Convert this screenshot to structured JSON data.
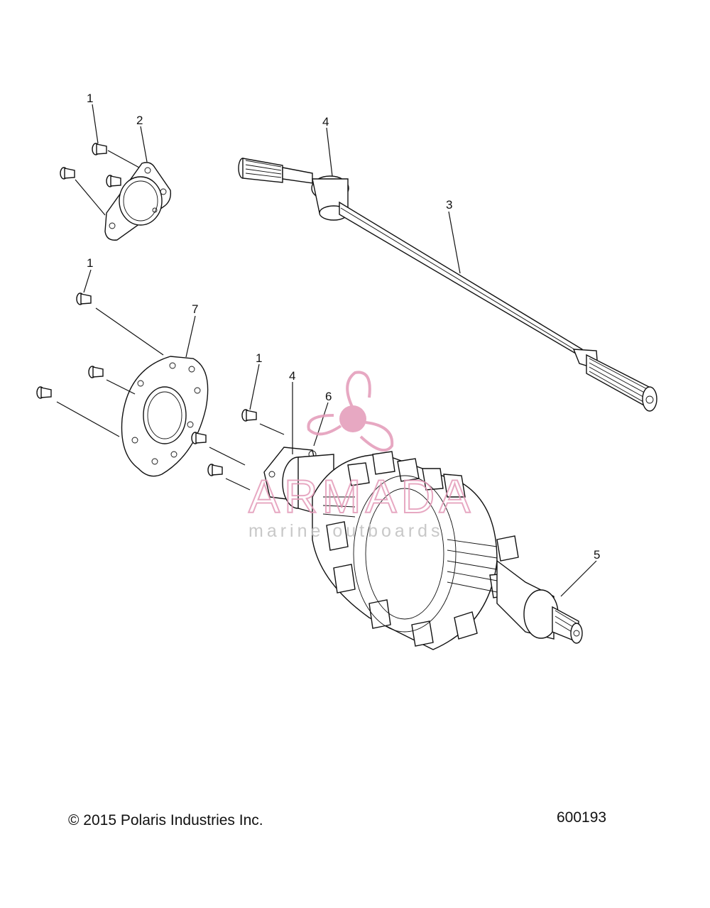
{
  "callouts": {
    "c1a": "1",
    "c2": "2",
    "c4a": "4",
    "c3": "3",
    "c1b": "1",
    "c7": "7",
    "c1c": "1",
    "c4b": "4",
    "c6": "6",
    "c5": "5"
  },
  "footer": {
    "copyright": "© 2015 Polaris Industries Inc.",
    "drawing_number": "600193"
  },
  "watermark": {
    "brand": "ARMADA",
    "tagline": "marine outboards",
    "color": "#e39ab8"
  }
}
